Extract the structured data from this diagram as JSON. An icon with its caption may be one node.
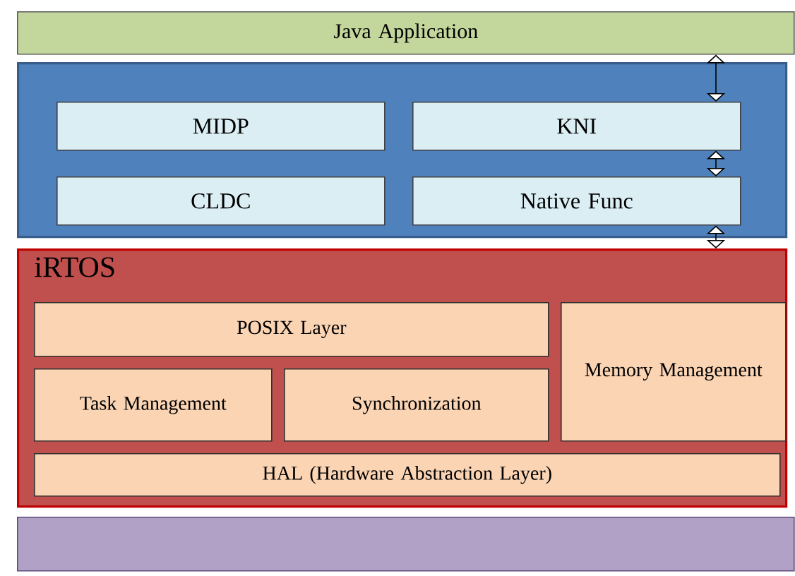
{
  "diagram": {
    "nodes": [
      {
        "text": [
          "Java Application"
        ]
      },
      {
        "text": [],
        "shape": "box"
      },
      {
        "text": [
          "MIDP"
        ],
        "in": 1
      },
      {
        "text": [
          "KNI"
        ],
        "in": 1
      },
      {
        "text": [
          "CLDC"
        ],
        "in": 1
      },
      {
        "text": [
          "Native Func"
        ],
        "in": 1
      },
      {
        "text": [
          "iRTOS"
        ]
      },
      {
        "text": [
          "POSIX Layer"
        ],
        "in": 6
      },
      {
        "text": [
          "Memory Management"
        ],
        "in": 6
      },
      {
        "text": [
          "Task Management"
        ],
        "in": 6
      },
      {
        "text": [
          "Synchronization"
        ],
        "in": 6
      },
      {
        "text": [
          "HAL (Hardware Abstraction Layer)"
        ],
        "in": 6
      },
      {
        "text": [],
        "shape": "box"
      }
    ],
    "edges": [
      {
        "from": 0,
        "to": 3,
        "arrow": "both"
      },
      {
        "from": 3,
        "to": 5,
        "arrow": "both"
      },
      {
        "from": 5,
        "to": 6,
        "arrow": "both"
      }
    ]
  }
}
